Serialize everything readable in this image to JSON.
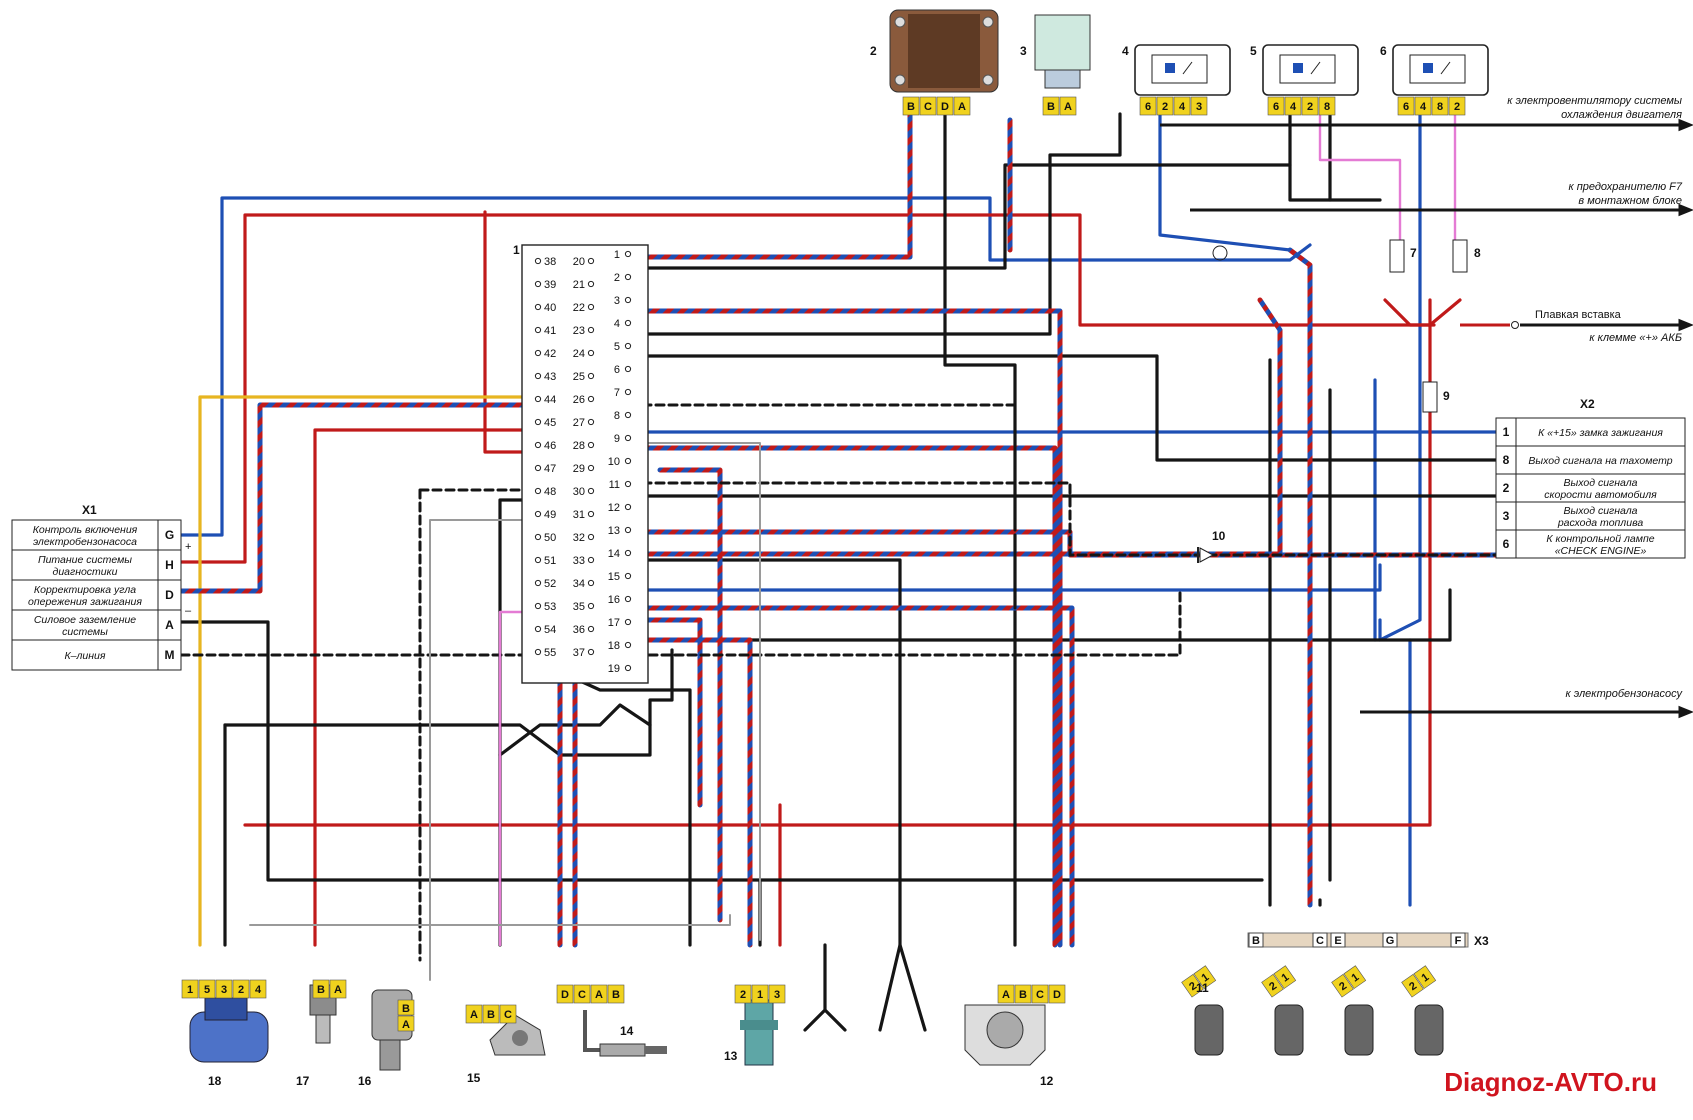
{
  "colors": {
    "blue": "#1e4fb4",
    "red": "#c01a1a",
    "black": "#151515",
    "yellow": "#e7b520",
    "pink": "#e47bd4",
    "grey": "#9a9a9a",
    "connector": "#f0d21e",
    "watermark": "#d0141e"
  },
  "ecu": {
    "number": "1",
    "left_pins": [
      "38",
      "39",
      "40",
      "41",
      "42",
      "43",
      "44",
      "45",
      "46",
      "47",
      "48",
      "49",
      "50",
      "51",
      "52",
      "53",
      "54",
      "55"
    ],
    "mid_pins": [
      "20",
      "21",
      "22",
      "23",
      "24",
      "25",
      "26",
      "27",
      "28",
      "29",
      "30",
      "31",
      "32",
      "33",
      "34",
      "35",
      "36",
      "37"
    ],
    "right_pins": [
      "1",
      "2",
      "3",
      "4",
      "5",
      "6",
      "7",
      "8",
      "9",
      "10",
      "11",
      "12",
      "13",
      "14",
      "15",
      "16",
      "17",
      "18",
      "19"
    ]
  },
  "x1": {
    "title": "X1",
    "rows": [
      {
        "label": "Контроль включения электробензонасоса",
        "pin": "G",
        "mark": "+"
      },
      {
        "label": "Питание системы диагностики",
        "pin": "H",
        "mark": ""
      },
      {
        "label": "Корректировка угла опережения зажигания",
        "pin": "D",
        "mark": ""
      },
      {
        "label": "Силовое заземление системы",
        "pin": "A",
        "mark": "–"
      },
      {
        "label": "К–линия",
        "pin": "M",
        "mark": ""
      }
    ]
  },
  "x2": {
    "title": "X2",
    "rows": [
      {
        "pin": "1",
        "label": "К «+15» замка зажигания"
      },
      {
        "pin": "8",
        "label": "Выход сигнала на тахометр"
      },
      {
        "pin": "2",
        "label": "Выход сигнала скорости автомобиля"
      },
      {
        "pin": "3",
        "label": "Выход сигнала расхода топлива"
      },
      {
        "pin": "6",
        "label": "К контрольной лампе «CHECK ENGINE»"
      }
    ]
  },
  "x3": {
    "title": "X3",
    "pins": [
      "B",
      "C",
      "E",
      "G",
      "F"
    ]
  },
  "top_components": [
    {
      "number": "2",
      "pins": [
        "B",
        "C",
        "D",
        "A"
      ]
    },
    {
      "number": "3",
      "pins": [
        "B",
        "A"
      ]
    },
    {
      "number": "4",
      "pins": [
        "6",
        "2",
        "4",
        "3"
      ]
    },
    {
      "number": "5",
      "pins": [
        "6",
        "4",
        "2",
        "8"
      ]
    },
    {
      "number": "6",
      "pins": [
        "6",
        "4",
        "8",
        "2"
      ]
    }
  ],
  "bottom_components": [
    {
      "number": "18",
      "pins": [
        "1",
        "5",
        "3",
        "2",
        "4"
      ]
    },
    {
      "number": "17",
      "pins": [
        "B",
        "A"
      ]
    },
    {
      "number": "16",
      "pins": [
        "B",
        "A"
      ]
    },
    {
      "number": "15",
      "pins": [
        "A",
        "B",
        "C"
      ]
    },
    {
      "number": "14",
      "pins": [
        "D",
        "C",
        "A",
        "B"
      ]
    },
    {
      "number": "13",
      "pins": [
        "2",
        "1",
        "3"
      ]
    },
    {
      "number": "12",
      "pins": [
        "A",
        "B",
        "C",
        "D"
      ]
    },
    {
      "number": "11",
      "pins": [
        "2",
        "1"
      ]
    }
  ],
  "fuses": [
    "7",
    "8",
    "9"
  ],
  "diode": "10",
  "right_labels": {
    "fan": "к электровентилятору системы охлаждения двигателя",
    "f7": "к предохранителю F7 в монтажном блоке",
    "fusible": "Плавкая вставка",
    "battery": "к клемме «+» АКБ",
    "fuel_pump": "к электробензонасосу"
  },
  "watermark": "Diagnoz-AVTO.ru"
}
